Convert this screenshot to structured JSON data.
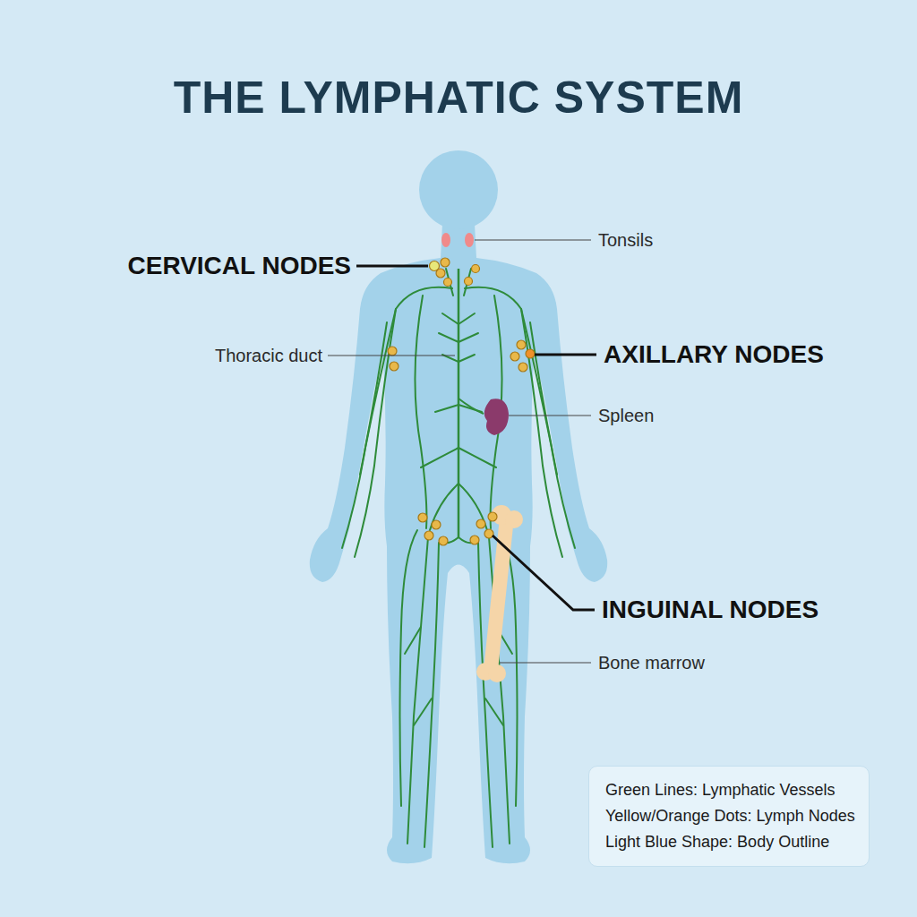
{
  "diagram": {
    "title": "THE LYMPHATIC SYSTEM",
    "labels": [
      "Tonsils",
      "CERVICAL NODES",
      "Thoracic duct",
      "AXILLARY NODES",
      "Spleen",
      "INGUINAL NODES",
      "Bone marrow"
    ],
    "legend": [
      {
        "text": "Green Lines: Lymphatic Vessels"
      },
      {
        "text": "Yellow/Orange Dots: Lymph Nodes"
      },
      {
        "text": "Light Blue Shape: Body Outline"
      }
    ]
  }
}
